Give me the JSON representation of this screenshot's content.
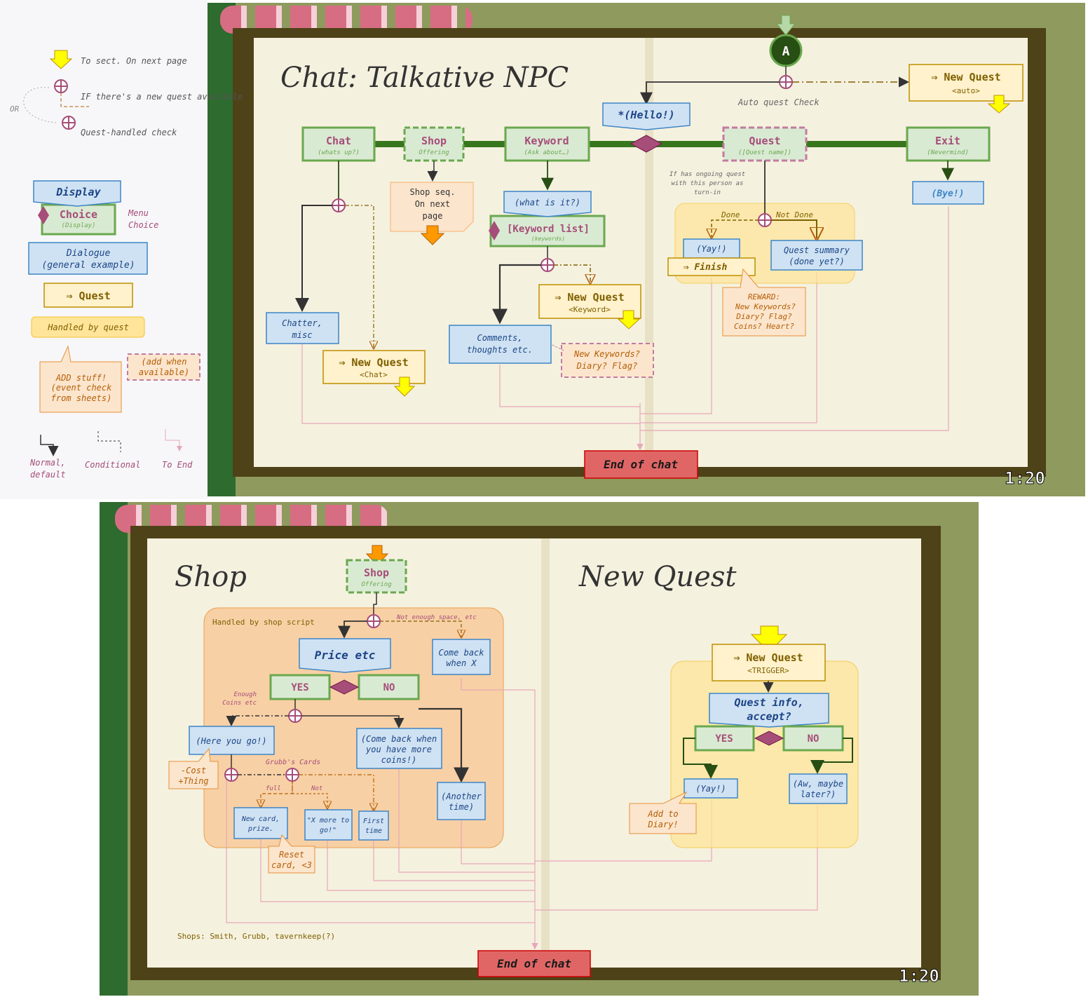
{
  "legend": {
    "to_sect": "To sect. On next page",
    "if_new": "IF there's a new quest available",
    "or": "OR",
    "quest_handled": "Quest-handled check",
    "display": "Display",
    "choice": "Choice",
    "choice_sub": "(Display)",
    "menu_choice": "Menu Choice",
    "dialogue": "Dialogue (general example)",
    "quest": "⇒ Quest",
    "handled": "Handled by quest",
    "add_stuff": "ADD stuff! (event check from sheets)",
    "add_when": "(add when available)",
    "normal": "Normal, default",
    "conditional": "Conditional",
    "to_end": "To End"
  },
  "chat_page": {
    "title": "Chat: Talkative NPC",
    "a_node": "A",
    "auto_quest": "Auto quest Check",
    "new_quest_auto": "⇒ New Quest",
    "new_quest_auto_sub": "<auto>",
    "hello": "*(Hello!)",
    "menu": [
      {
        "label": "Chat",
        "sub": "(whats up?)"
      },
      {
        "label": "Shop",
        "sub": "Offering"
      },
      {
        "label": "Keyword",
        "sub": "(Ask about…)"
      },
      {
        "label": "Quest",
        "sub": "([Quest name])"
      },
      {
        "label": "Exit",
        "sub": "(Nevermind)"
      }
    ],
    "ongoing_note": "If has ongoing quest with this person as turn-in",
    "done": "Done",
    "not_done": "Not Done",
    "yay": "(Yay!)",
    "finish": "⇒ Finish",
    "quest_summary": "Quest summary (done yet?)",
    "reward": "REWARD: New Keywords? Diary? Flag? Coins? Heart?",
    "bye": "(Bye!)",
    "shop_seq": "Shop seq. On next page",
    "what_is_it": "(what is it?)",
    "keyword_list": "[Keyword list]",
    "keyword_list_sub": "(keywords)",
    "new_quest_keyword": "⇒ New Quest",
    "new_quest_keyword_sub": "<Keyword>",
    "comments": "Comments, thoughts etc.",
    "new_keywords": "New Keywords? Diary? Flag?",
    "chatter": "Chatter, misc",
    "new_quest_chat": "⇒ New Quest",
    "new_quest_chat_sub": "<Chat>",
    "end": "End of chat",
    "hud": "1:20"
  },
  "shop_page": {
    "title": "Shop",
    "shop": "Shop",
    "shop_sub": "Offering",
    "handled": "Handled by shop script",
    "not_enough": "Not enough space, etc",
    "come_back_x": "Come back when X",
    "price": "Price etc",
    "yes": "YES",
    "no": "NO",
    "enough_coins": "Enough Coins etc",
    "here_you_go": "(Here you  go!)",
    "cost": "-Cost +Thing",
    "come_back_coins": "(Come back when you have more coins!)",
    "grubbs_cards": "Grubb's Cards",
    "full": "full",
    "not": "Not",
    "new_card": "New card, prize.",
    "x_more": "\"X more to go!\"",
    "first_time": "First time",
    "reset": "Reset card, <3",
    "another_time": "(Another time)",
    "shops_note": "Shops: Smith, Grubb, tavernkeep(?)",
    "end": "End of chat",
    "hud": "1:20"
  },
  "quest_page": {
    "title": "New Quest",
    "new_quest": "⇒ New Quest",
    "trigger": "<TRIGGER>",
    "info": "Quest info, accept?",
    "yes": "YES",
    "no": "NO",
    "yay": "(Yay!)",
    "maybe": "(Aw, maybe later?)",
    "add_diary": "Add to Diary!"
  },
  "colors": {
    "dialogue_fill": "#cfe2f3",
    "dialogue_stroke": "#3d85c6",
    "choice_fill": "#d9ead3",
    "choice_stroke": "#6aa84f",
    "quest_fill": "#fff2cc",
    "quest_stroke": "#bf9000",
    "handled_fill": "#ffe599",
    "shop_handled_fill": "#f9cb9c",
    "end_fill": "#e06666",
    "pink_line": "#e6a8b8",
    "arrow_yellow": "#ffff00",
    "arrow_orange": "#ff9900",
    "menu_bar": "#38761d",
    "diamond": "#a64d79"
  }
}
